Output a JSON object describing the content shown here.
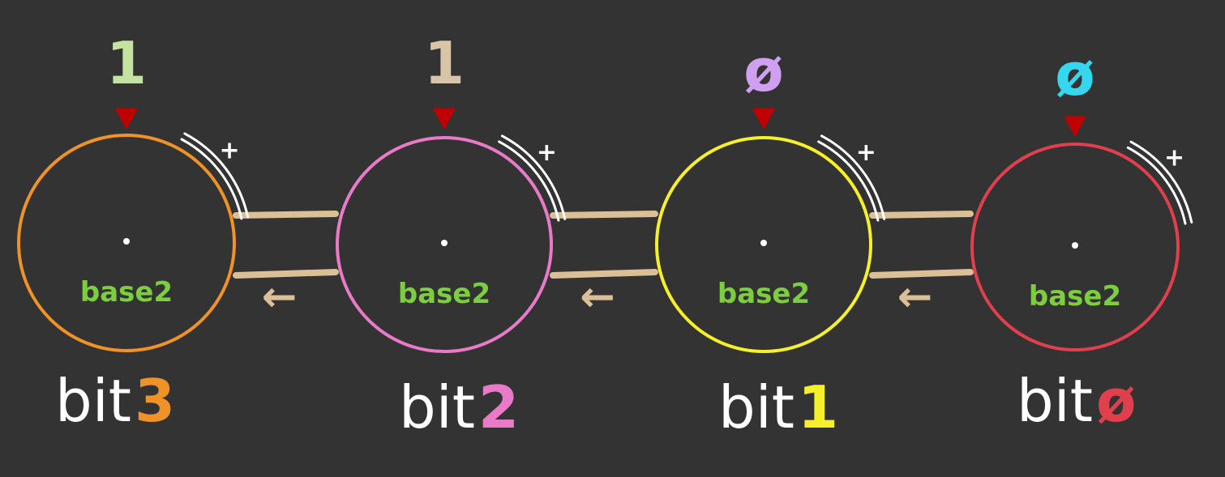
{
  "wheels": [
    {
      "digit": "1",
      "digit_color": "#c5e3a0",
      "ring_color": "#ef9227",
      "label": "base2",
      "label_color": "#7ccd3f",
      "bit_word": "bit",
      "bit_index": "3",
      "bit_index_color": "#ef9227",
      "direction_mark": "+"
    },
    {
      "digit": "1",
      "digit_color": "#d8c4a6",
      "ring_color": "#e97ac8",
      "label": "base2",
      "label_color": "#7ccd3f",
      "bit_word": "bit",
      "bit_index": "2",
      "bit_index_color": "#e97ac8",
      "direction_mark": "+"
    },
    {
      "digit": "ø",
      "digit_color": "#cf9ff0",
      "ring_color": "#f5f02a",
      "label": "base2",
      "label_color": "#7ccd3f",
      "bit_word": "bit",
      "bit_index": "1",
      "bit_index_color": "#f5f02a",
      "direction_mark": "+"
    },
    {
      "digit": "ø",
      "digit_color": "#35d6ef",
      "ring_color": "#e0404e",
      "label": "base2",
      "label_color": "#7ccd3f",
      "bit_word": "bit",
      "bit_index": "ø",
      "bit_index_color": "#e0404e",
      "direction_mark": "+"
    }
  ],
  "connector_color": "#dbbf96",
  "carry_arrow": "←",
  "pointer_color": "#c00000",
  "bit_word_color": "#ffffff"
}
